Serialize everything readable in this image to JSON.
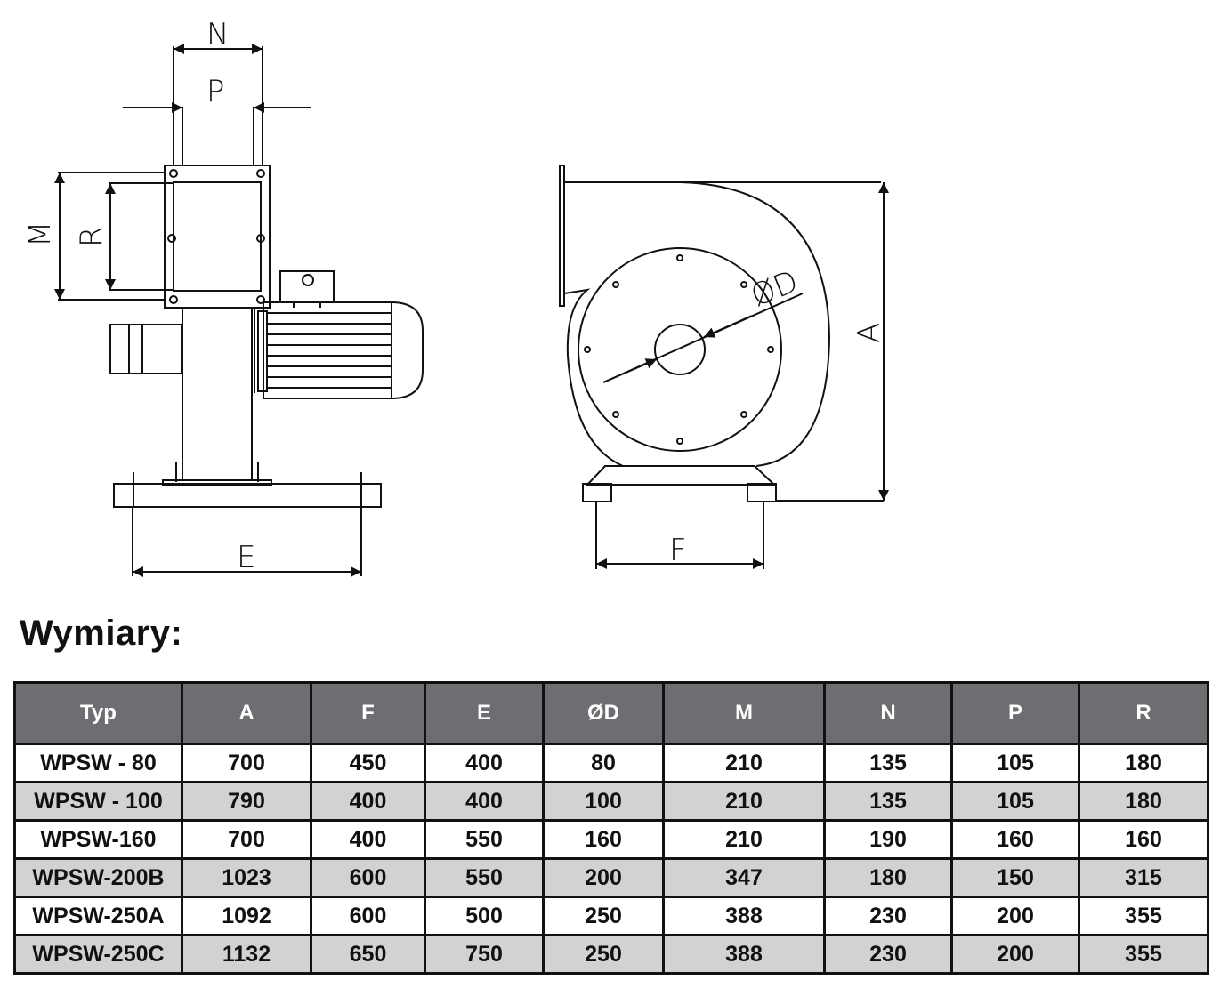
{
  "drawing": {
    "labels": {
      "N": "N",
      "P": "P",
      "M": "M",
      "R": "R",
      "E": "E",
      "D": "ØD",
      "A": "A",
      "F": "F"
    }
  },
  "section_title": "Wymiary:",
  "table": {
    "headers": [
      "Typ",
      "A",
      "F",
      "E",
      "ØD",
      "M",
      "N",
      "P",
      "R"
    ],
    "rows": [
      [
        "WPSW - 80",
        "700",
        "450",
        "400",
        "80",
        "210",
        "135",
        "105",
        "180"
      ],
      [
        "WPSW - 100",
        "790",
        "400",
        "400",
        "100",
        "210",
        "135",
        "105",
        "180"
      ],
      [
        "WPSW-160",
        "700",
        "400",
        "550",
        "160",
        "210",
        "190",
        "160",
        "160"
      ],
      [
        "WPSW-200B",
        "1023",
        "600",
        "550",
        "200",
        "347",
        "180",
        "150",
        "315"
      ],
      [
        "WPSW-250A",
        "1092",
        "600",
        "500",
        "250",
        "388",
        "230",
        "200",
        "355"
      ],
      [
        "WPSW-250C",
        "1132",
        "650",
        "750",
        "250",
        "388",
        "230",
        "200",
        "355"
      ]
    ]
  }
}
